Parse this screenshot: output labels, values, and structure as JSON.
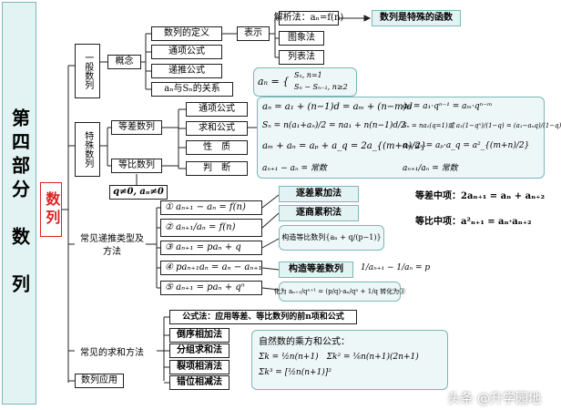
{
  "left": {
    "part_title": "第四部分　数　列",
    "section_label": "数列"
  },
  "general": {
    "label": "一般数列",
    "concept": "概念",
    "items": [
      "数列的定义",
      "通项公式",
      "递推公式",
      "aₙ与Sₙ的关系"
    ],
    "represent": "表示",
    "methods": [
      "解析法：aₙ=f(n)",
      "图象法",
      "列表法"
    ],
    "special_function": "数列是特殊的函数",
    "an_sn": [
      "Sₙ,  n=1",
      "Sₙ − Sₙ₋₁,  n≥2"
    ]
  },
  "special": {
    "label": "特殊数列",
    "arith": "等差数列",
    "geom": "等比数列",
    "props": [
      "通项公式",
      "求和公式",
      "性　质",
      "判　断"
    ],
    "arith_formulas": [
      "aₙ = a₁ + (n−1)d = aₘ + (n−m)d",
      "Sₙ = n(a₁+aₙ)/2 = na₁ + n(n−1)d/2",
      "aₘ + aₙ = aₚ + a_q = 2a_{(m+n)/2}",
      "aₙ₊₁ − aₙ = 常数"
    ],
    "geom_formulas": [
      "aₙ = a₁·qⁿ⁻¹ = aₘ·qⁿ⁻ᵐ",
      "Sₙ = na₁(q=1)或 a₁(1−qⁿ)/(1−q) = (a₁−aₙq)/(1−q)",
      "aₘ·aₙ = aₚ·a_q = a²_{(m+n)/2}",
      "aₙ₊₁/aₙ = 常数"
    ],
    "condition": "q≠0,  aₙ≠0",
    "mid_arith": "等差中项：2aₙ₊₁ = aₙ + aₙ₊₂",
    "mid_geom": "等比中项：a²ₙ₊₁ = aₙ·aₙ₊₂"
  },
  "recursion": {
    "label": "常见递推类型及方法",
    "types": [
      "① aₙ₊₁ − aₙ = f(n)",
      "② aₙ₊₁/aₙ = f(n)",
      "③ aₙ₊₁ = paₙ + q",
      "④ paₙ₊₁aₙ = aₙ − aₙ₊₁",
      "⑤ aₙ₊₁ = paₙ + qⁿ"
    ],
    "methods": [
      "逐差累加法",
      "逐商累积法",
      "构造等比数列{aₙ + q/(p−1)}",
      "构造等差数列",
      "化为 aₙ₊₁/qⁿ⁺¹ = (p/q)·aₙ/qⁿ + 1/q 转化为③"
    ],
    "construct_arith_eq": "1/aₙ₊₁ − 1/aₙ = p"
  },
  "sum": {
    "label": "常见的求和方法",
    "formula_method": "公式法：应用等差、等比数列的前n项和公式",
    "methods": [
      "倒序相加法",
      "分组求和法",
      "裂项相消法",
      "错位相减法"
    ],
    "natural_title": "自然数的乘方和公式：",
    "natural_formulas": [
      "Σk = ½n(n+1)　Σk² = ⅙n(n+1)(2n+1)",
      "Σk³ = [½n(n+1)]²"
    ]
  },
  "app": {
    "label": "数列应用"
  },
  "watermark": "头条 @升学园地"
}
